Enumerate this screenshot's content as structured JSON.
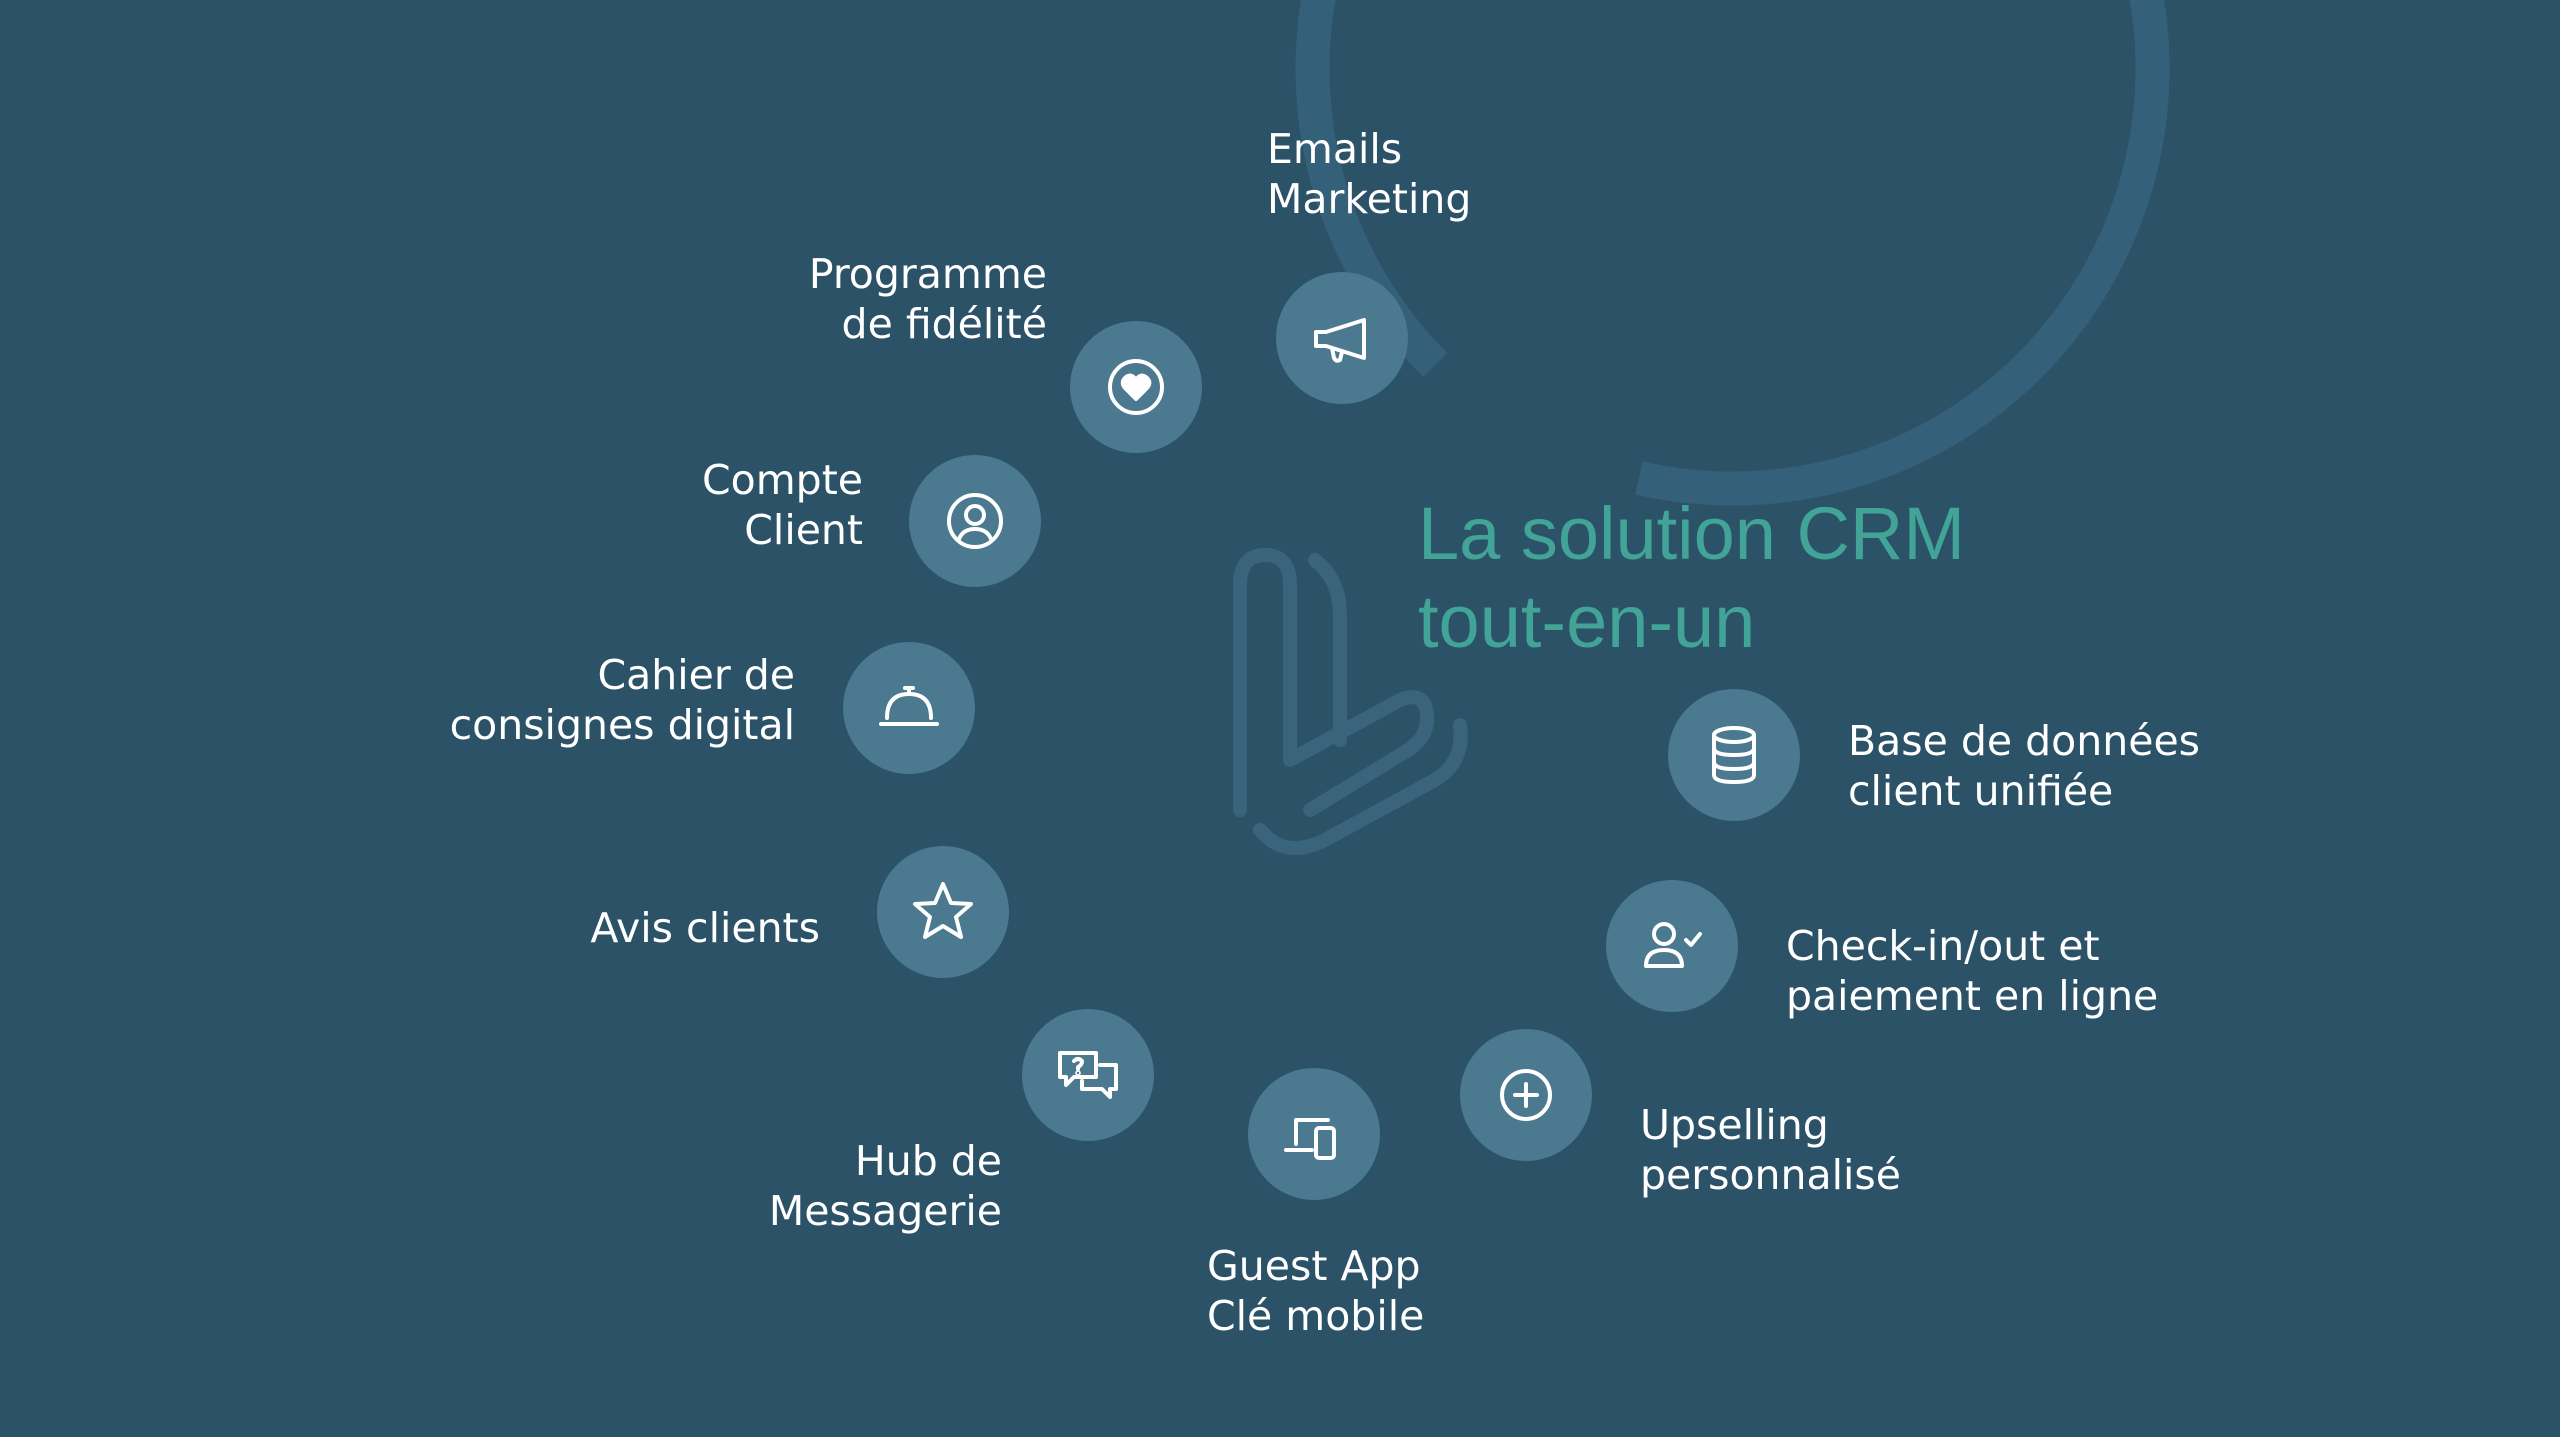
{
  "title": {
    "line1": "La solution CRM",
    "line2": "tout-en-un"
  },
  "colors": {
    "background": "#2c5268",
    "ring": "#35607a",
    "node": "#4a7990",
    "title": "#42a397",
    "label": "#ffffff"
  },
  "features": [
    {
      "id": "emails-marketing",
      "icon": "megaphone-icon",
      "lines": [
        "Emails",
        "Marketing"
      ]
    },
    {
      "id": "base-de-donnees",
      "icon": "database-icon",
      "lines": [
        "Base de données",
        "client unifiée"
      ]
    },
    {
      "id": "check-in-out",
      "icon": "user-check-icon",
      "lines": [
        "Check-in/out et",
        "paiement en ligne"
      ]
    },
    {
      "id": "upselling",
      "icon": "plus-circle-icon",
      "lines": [
        "Upselling",
        "personnalisé"
      ]
    },
    {
      "id": "guest-app",
      "icon": "devices-icon",
      "lines": [
        "Guest App",
        "Clé mobile"
      ]
    },
    {
      "id": "hub-messagerie",
      "icon": "chat-bubbles-icon",
      "lines": [
        "Hub de",
        "Messagerie"
      ]
    },
    {
      "id": "avis-clients",
      "icon": "star-icon",
      "lines": [
        "Avis clients"
      ]
    },
    {
      "id": "cahier-consignes",
      "icon": "service-bell-icon",
      "lines": [
        "Cahier de",
        "consignes digital"
      ]
    },
    {
      "id": "compte-client",
      "icon": "user-circle-icon",
      "lines": [
        "Compte",
        "Client"
      ]
    },
    {
      "id": "programme-fidelite",
      "icon": "heart-circle-icon",
      "lines": [
        "Programme",
        "de fidélité"
      ]
    }
  ]
}
